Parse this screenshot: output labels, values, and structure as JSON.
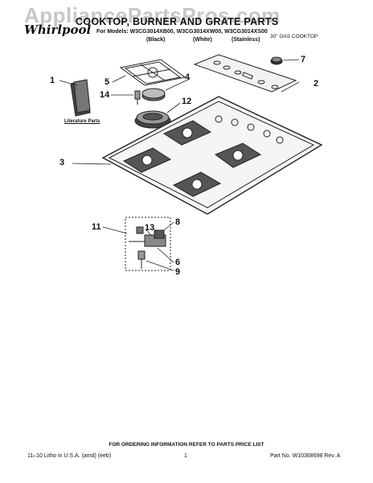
{
  "watermark": "AppliancePartsPros.com",
  "brand": "Whirlpool",
  "title": "COOKTOP, BURNER AND GRATE PARTS",
  "models_line": "For Models: W3CG3014XB00, W3CG3014XW00, W3CG3014XS00",
  "variants": [
    "(Black)",
    "(White)",
    "(Stainless)"
  ],
  "subtitle": "30\" GAS COOKTOP",
  "callouts": {
    "c1": "1",
    "c2": "2",
    "c3": "3",
    "c4": "4",
    "c5": "5",
    "c6": "6",
    "c7": "7",
    "c8": "8",
    "c9": "9",
    "c11": "11",
    "c12": "12",
    "c13": "13",
    "c14": "14"
  },
  "literature_label": "Literature Parts",
  "ordering_note": "FOR ORDERING INFORMATION REFER TO PARTS PRICE LIST",
  "footer": {
    "left": "11–10 Litho in U.S.A. (amd) (eeb)",
    "page": "1",
    "right": "Part No. W10368698 Rev. A"
  }
}
